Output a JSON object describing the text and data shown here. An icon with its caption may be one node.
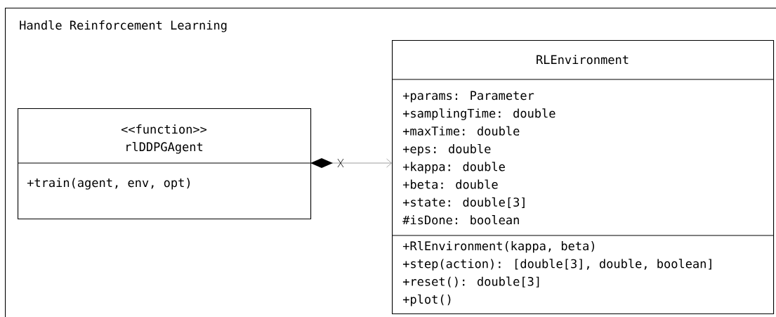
{
  "diagram": {
    "nodes": [
      {
        "text": [
          "Handle Reinforcement Learning"
        ]
      },
      {
        "text": [
          "<<function>>",
          "rlDDPGAgent",
          "+train(agent, env, opt)"
        ],
        "in": 0
      },
      {
        "text": [
          "RLEnvironment",
          "+params: Parameter",
          "+samplingTime: double",
          "+maxTime: double",
          "+eps: double",
          "+kappa: double",
          "+beta: double",
          "+state: double[3]",
          "#isDone: boolean",
          "+RlEnvironment(kappa, beta)",
          "+step(action): [double[3], double, boolean]",
          "+reset(): double[3]",
          "+plot()"
        ],
        "in": 0
      }
    ],
    "edges": [
      {
        "from": 1,
        "to": 2,
        "arrow": "to"
      }
    ]
  }
}
